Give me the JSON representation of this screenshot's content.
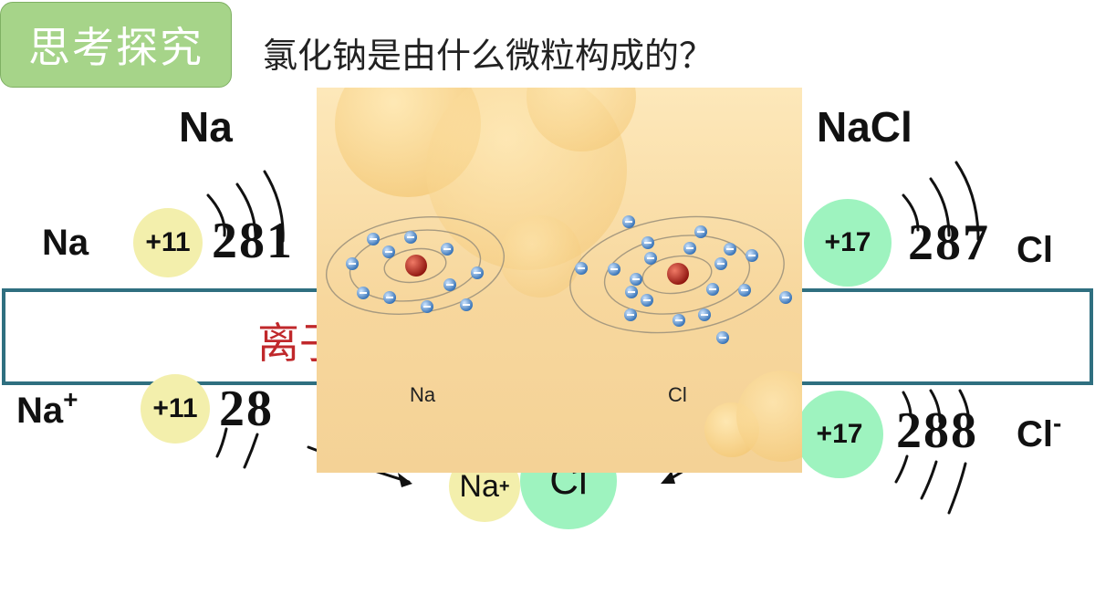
{
  "header": {
    "tag": "思考探究",
    "question": "氯化钠是由什么微粒构成的？"
  },
  "labels": {
    "na_title": "Na",
    "nacl_title": "NaCl",
    "na_atom": "Na",
    "cl_atom": "Cl",
    "na_ion": "Na",
    "na_ion_charge": "+",
    "cl_ion": "Cl",
    "cl_ion_charge": "-"
  },
  "atoms": {
    "na_atom": {
      "nucleus": "+11",
      "shells": "281"
    },
    "cl_atom": {
      "nucleus": "+17",
      "shells": "287"
    },
    "na_ion": {
      "nucleus": "+11",
      "shells": "28"
    },
    "cl_ion": {
      "nucleus": "+17",
      "shells": "288"
    }
  },
  "band": {
    "text": "离子"
  },
  "pair": {
    "na": "Na",
    "na_charge": "+",
    "cl": "Cl"
  },
  "photo": {
    "na_caption": "Na",
    "cl_caption": "Cl"
  },
  "colors": {
    "na_nucleus": "#f3efac",
    "cl_nucleus": "#9ef3bf",
    "tag_green": "#a6d489",
    "band_border": "#2f6f80",
    "band_text": "#c0282b",
    "electron": "#3b7fc4",
    "photo_nucleus": "#b5221a"
  }
}
